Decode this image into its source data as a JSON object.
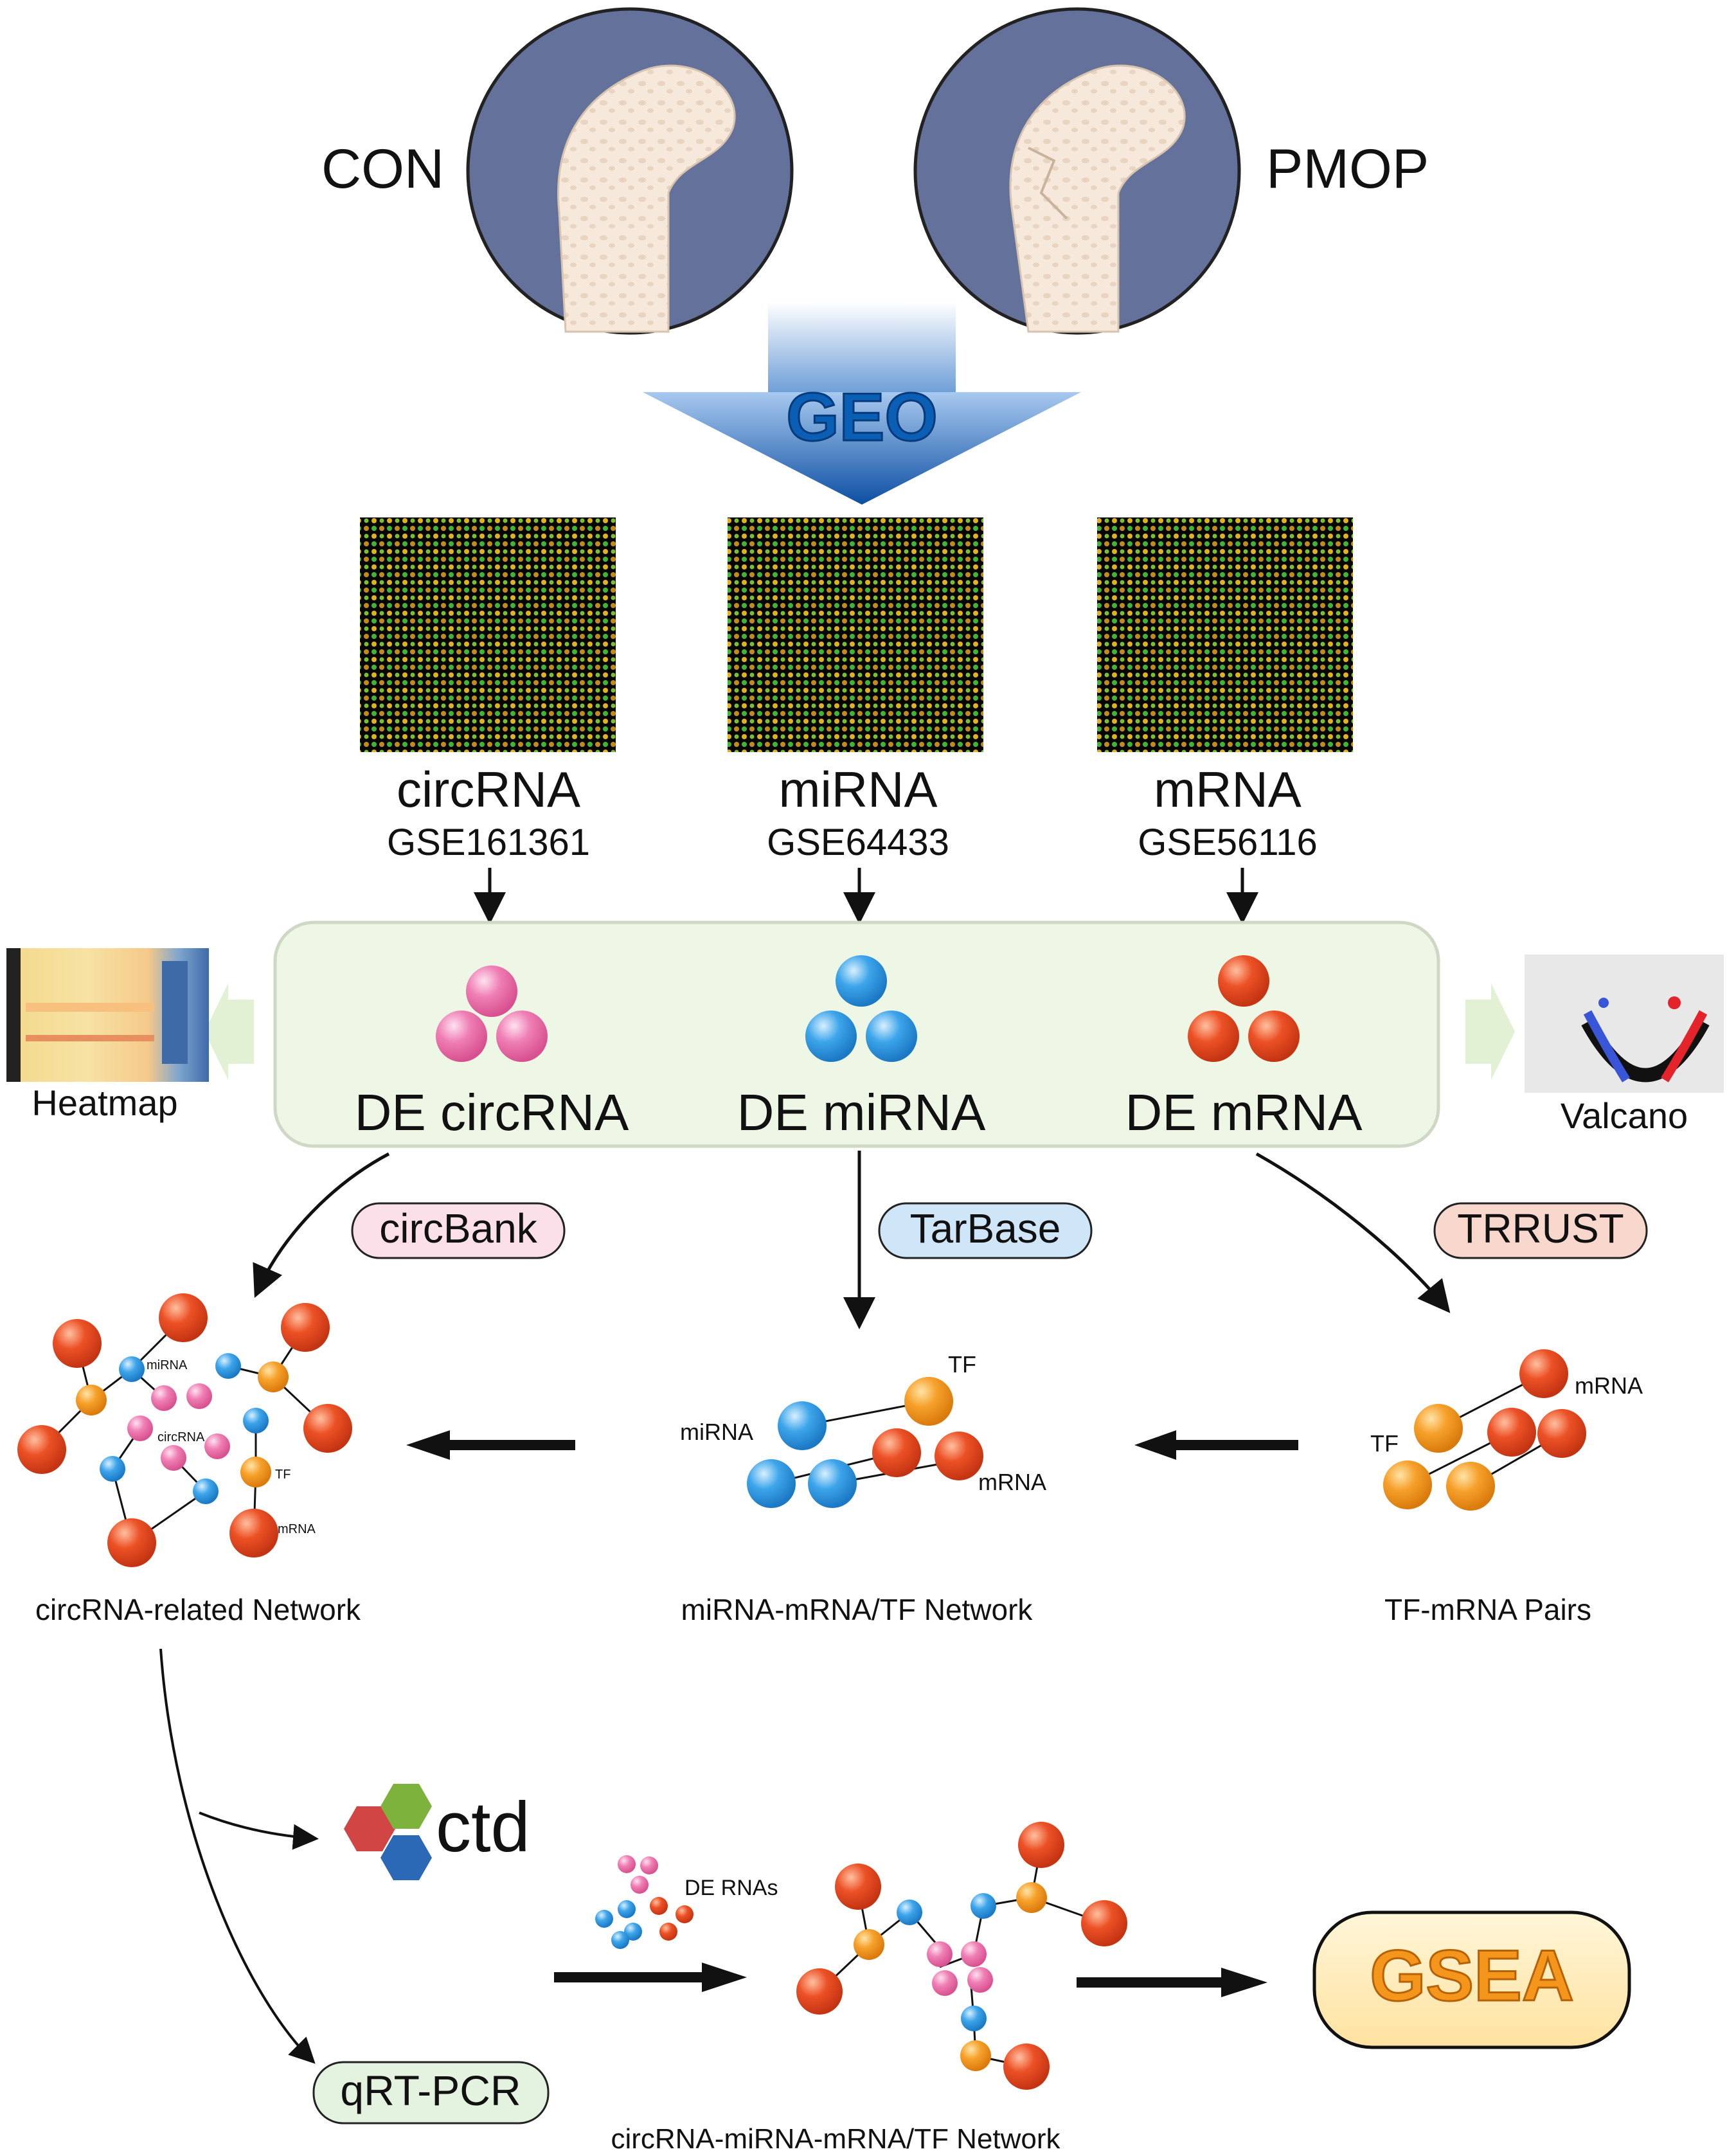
{
  "header": {
    "con_label": "CON",
    "pmop_label": "PMOP",
    "geo_label": "GEO"
  },
  "datasets": [
    {
      "type": "circRNA",
      "id": "GSE161361"
    },
    {
      "type": "miRNA",
      "id": "GSE64433"
    },
    {
      "type": "mRNA",
      "id": "GSE56116"
    }
  ],
  "de_box": {
    "items": [
      "DE circRNA",
      "DE miRNA",
      "DE mRNA"
    ],
    "left_label": "Heatmap",
    "right_label": "Valcano"
  },
  "databases": {
    "circbank": "circBank",
    "tarbase": "TarBase",
    "trrust": "TRRUST"
  },
  "networks": {
    "circ_network": {
      "title": "circRNA-related Network",
      "mirna_label": "miRNA",
      "circrna_label": "circRNA",
      "tf_label": "TF",
      "mrna_label": "mRNA"
    },
    "mirna_network": {
      "title": "miRNA-mRNA/TF Network",
      "tf_label": "TF",
      "mirna_label": "miRNA",
      "mrna_label": "mRNA"
    },
    "tf_pairs": {
      "title": "TF-mRNA Pairs",
      "mrna_label": "mRNA",
      "tf_label": "TF"
    }
  },
  "bottom": {
    "ctd_label": "ctd",
    "qrt_label": "qRT-PCR",
    "de_rnas_label": "DE RNAs",
    "final_network_title": "circRNA-miRNA-mRNA/TF Network",
    "gsea_label": "GSEA"
  },
  "colors": {
    "pink": "#ee79b0",
    "blue": "#2f9be6",
    "orange_red": "#e8461e",
    "orange": "#f39a1c",
    "bone_circle": "#63719b",
    "de_box_fill": "#eef6e6",
    "geo_blue": "#0a5fb4"
  }
}
